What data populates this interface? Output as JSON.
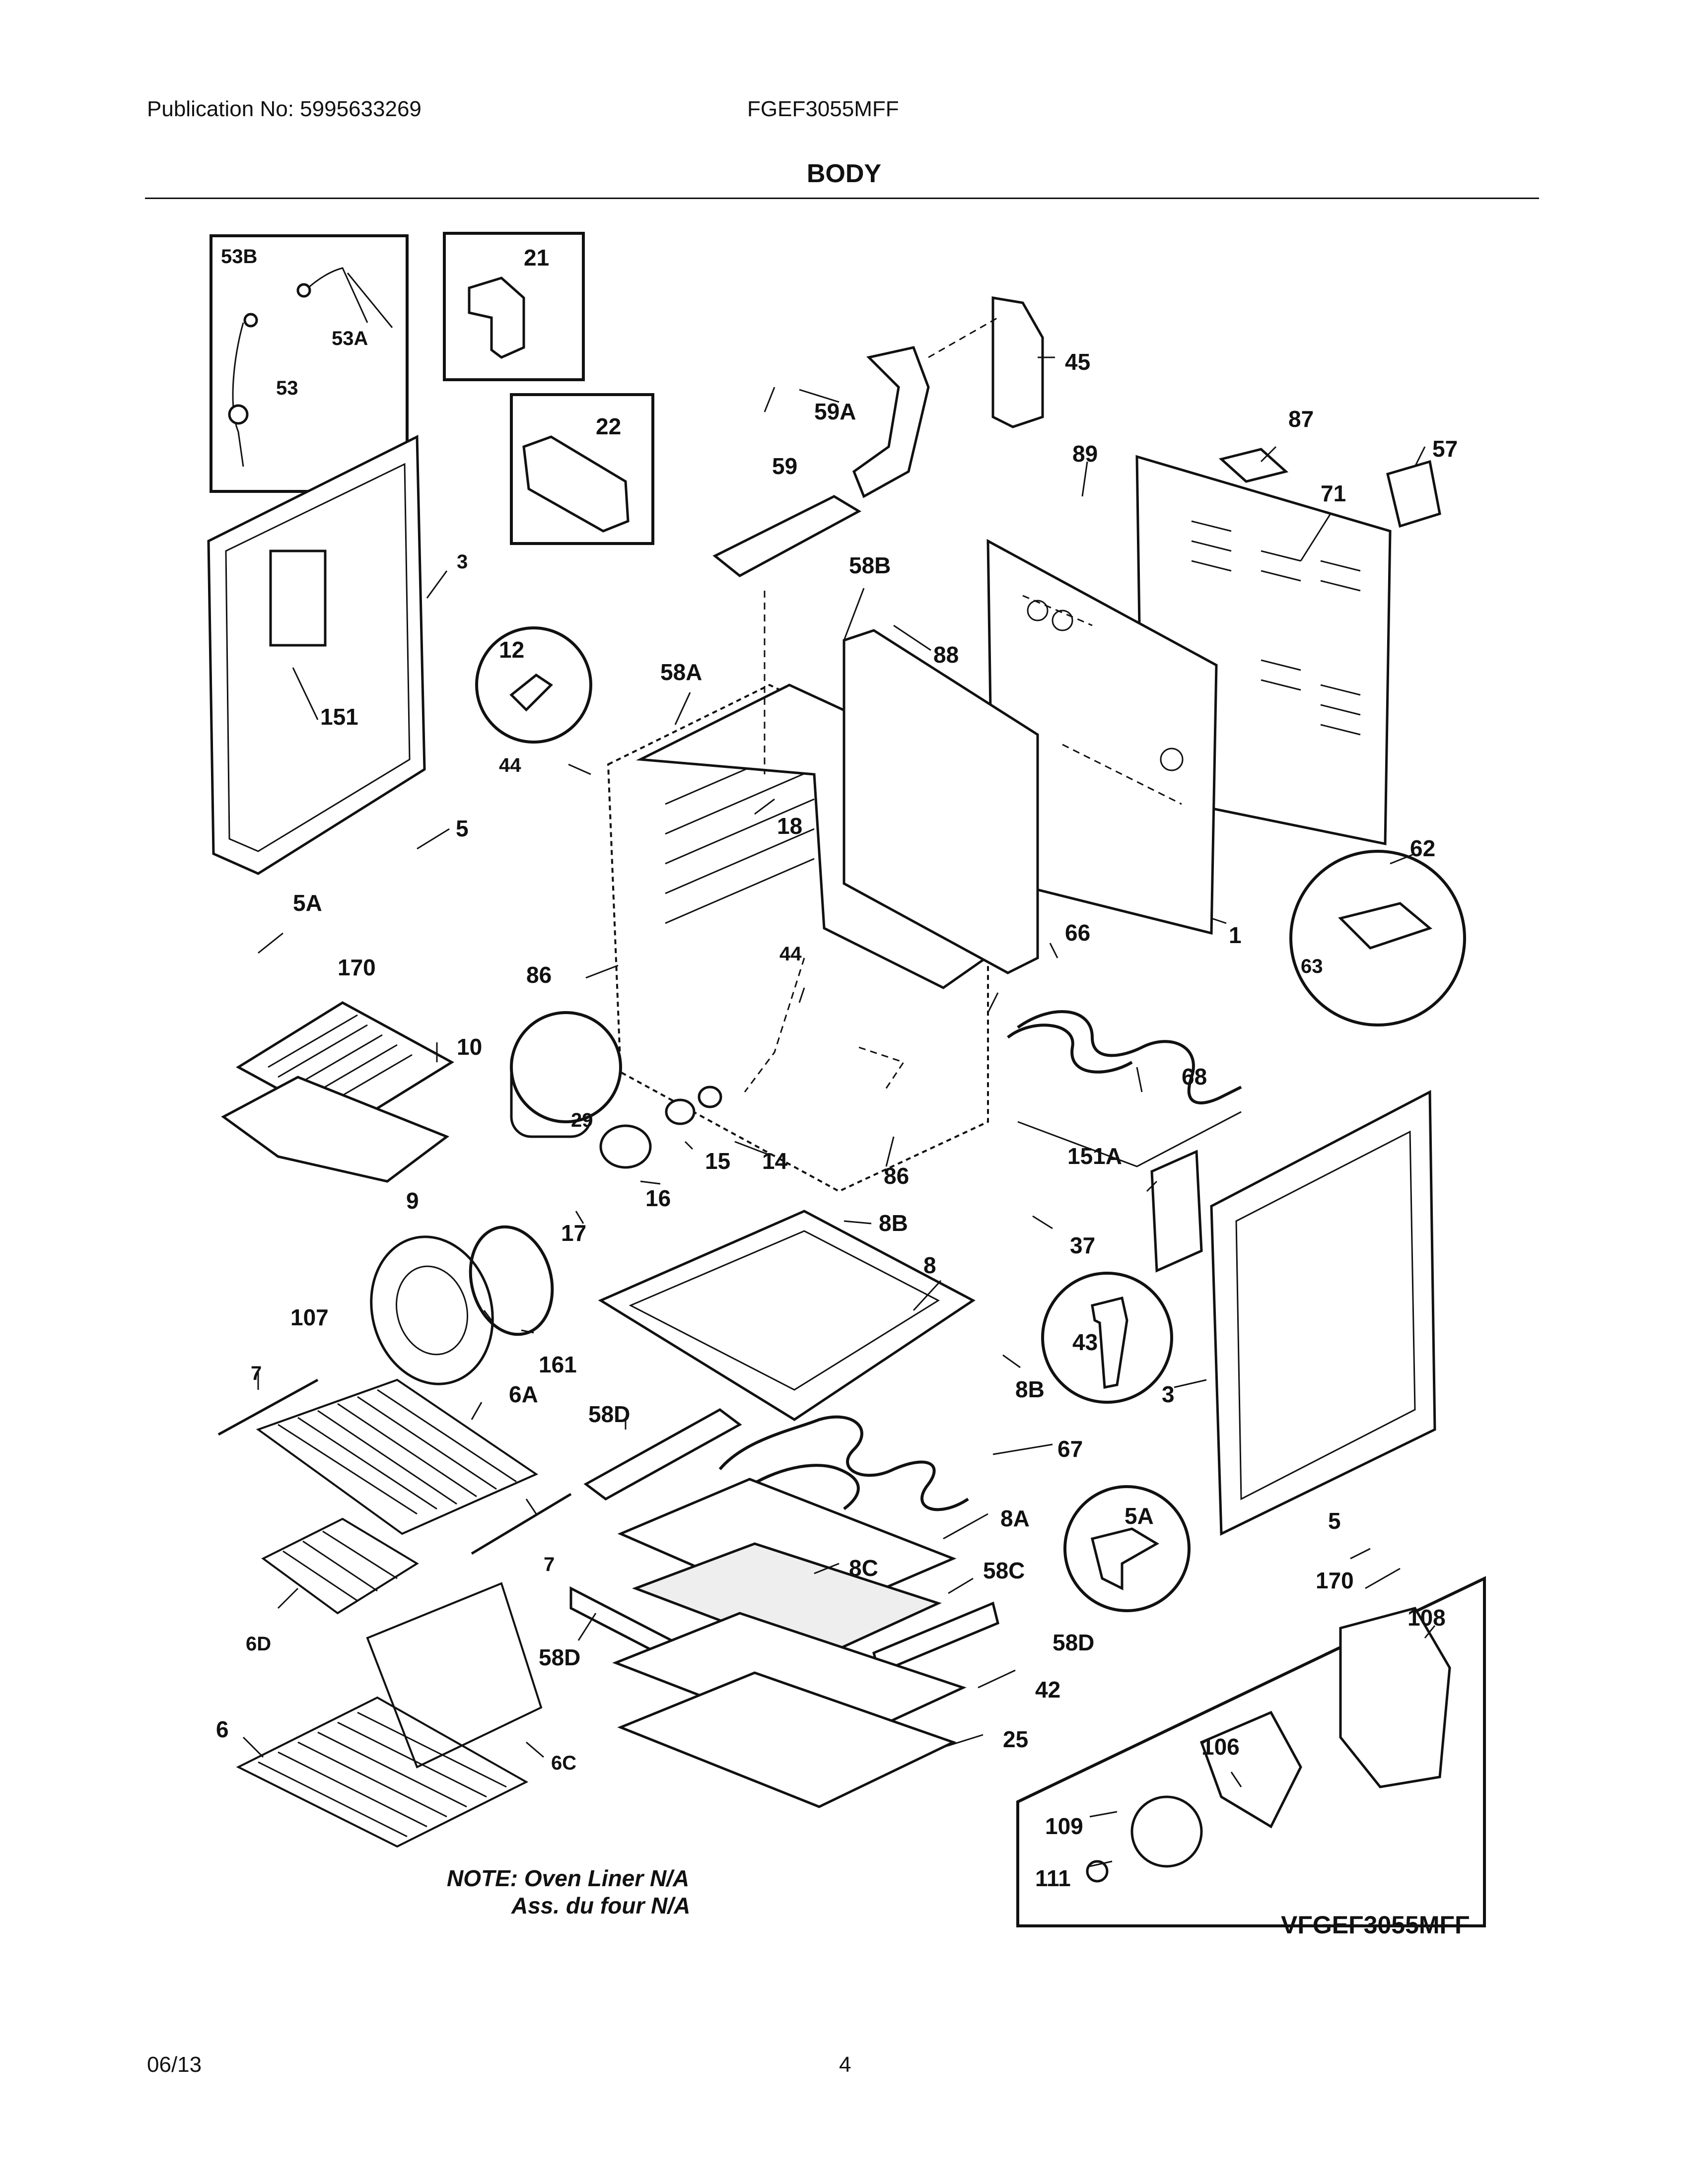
{
  "header": {
    "publication": "Publication No: 5995633269",
    "model": "FGEF3055MFF",
    "title": "BODY"
  },
  "footer": {
    "date": "06/13",
    "page": "4"
  },
  "note": {
    "line1": "NOTE: Oven Liner N/A",
    "line2": "Ass. du four N/A"
  },
  "inset_model": "VFGEF3055MFF",
  "callouts": {
    "c53B": "53B",
    "c53A": "53A",
    "c53": "53",
    "c21": "21",
    "c22": "22",
    "c3a": "3",
    "c151": "151",
    "c12": "12",
    "c44a": "44",
    "c5a": "5",
    "c5Aa": "5A",
    "c170a": "170",
    "c45": "45",
    "c59A": "59A",
    "c59": "59",
    "c87": "87",
    "c57": "57",
    "c89": "89",
    "c71": "71",
    "c58B": "58B",
    "c88": "88",
    "c58A": "58A",
    "c18": "18",
    "c62": "62",
    "c63": "63",
    "c1": "1",
    "c44b": "44",
    "c86a": "86",
    "c66": "66",
    "c10": "10",
    "c29": "29",
    "c14": "14",
    "c15": "15",
    "c16": "16",
    "c9": "9",
    "c68": "68",
    "c86b": "86",
    "c151A": "151A",
    "c17": "17",
    "c8B": "8B",
    "c37": "37",
    "c8": "8",
    "c107": "107",
    "c161": "161",
    "c43": "43",
    "c8Bb": "8B",
    "c3b": "3",
    "c7a": "7",
    "c6A": "6A",
    "c58Da": "58D",
    "c67": "67",
    "c5Ab": "5A",
    "c5b": "5",
    "c7b": "7",
    "c8A": "8A",
    "c8C": "8C",
    "c58C": "58C",
    "c170b": "170",
    "c108": "108",
    "c6D": "6D",
    "c58Db": "58D",
    "c58Dc": "58D",
    "c42": "42",
    "c6": "6",
    "c6C": "6C",
    "c25": "25",
    "c106": "106",
    "c109": "109",
    "c111": "111"
  }
}
